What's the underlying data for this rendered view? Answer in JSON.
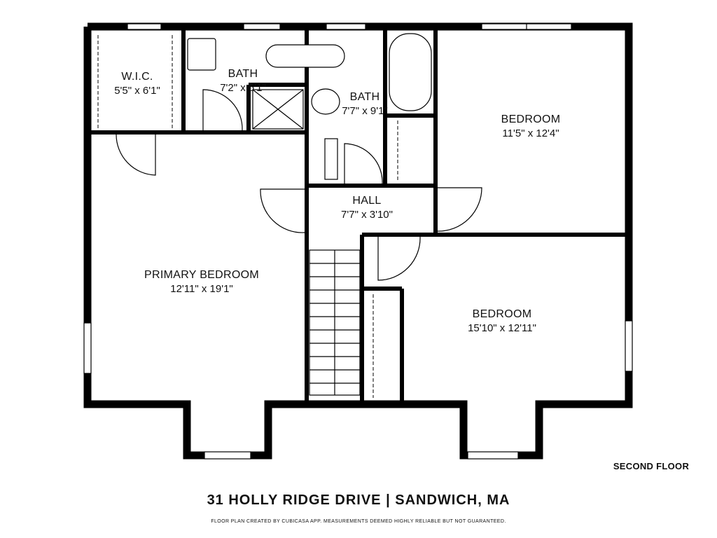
{
  "rooms": [
    {
      "id": "wic",
      "name": "W.I.C.",
      "dimensions": "5'5\" x 6'1\""
    },
    {
      "id": "bath1",
      "name": "BATH",
      "dimensions": "7'2\" x 6'1\""
    },
    {
      "id": "bath2",
      "name": "BATH",
      "dimensions": "7'7\" x 9'1\""
    },
    {
      "id": "bedroom-ne",
      "name": "BEDROOM",
      "dimensions": "11'5\" x 12'4\""
    },
    {
      "id": "hall",
      "name": "HALL",
      "dimensions": "7'7\" x 3'10\""
    },
    {
      "id": "primary",
      "name": "PRIMARY BEDROOM",
      "dimensions": "12'11\" x 19'1\""
    },
    {
      "id": "bedroom-se",
      "name": "BEDROOM",
      "dimensions": "15'10\" x 12'11\""
    }
  ],
  "floor_label": "SECOND FLOOR",
  "address": "31 HOLLY RIDGE DRIVE | SANDWICH, MA",
  "disclaimer": "FLOOR PLAN CREATED BY CUBICASA APP. MEASUREMENTS DEEMED HIGHLY RELIABLE BUT NOT GUARANTEED."
}
